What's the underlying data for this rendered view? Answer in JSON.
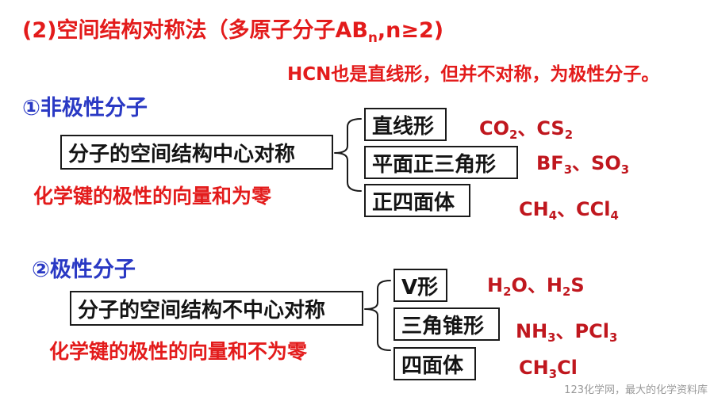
{
  "title": {
    "prefix": "(2)空间结构对称法（多原子分子AB",
    "sub": "n",
    "suffix": ",n≥2)"
  },
  "note": "HCN也是直线形，但并不对称，为极性分子。",
  "sections": [
    {
      "heading": "①非极性分子",
      "condition": "分子的空间结构中心对称",
      "rule": "化学键的极性的向量和为零",
      "shapes": [
        {
          "label": "直线形",
          "formula": [
            [
              "CO",
              "2"
            ],
            [
              "、CS",
              "2"
            ]
          ]
        },
        {
          "label": "平面正三角形",
          "formula": [
            [
              "BF",
              "3"
            ],
            [
              "、SO",
              "3"
            ]
          ]
        },
        {
          "label": "正四面体",
          "formula": [
            [
              "CH",
              "4"
            ],
            [
              "、CCl",
              "4"
            ]
          ]
        }
      ]
    },
    {
      "heading": "②极性分子",
      "condition": "分子的空间结构不中心对称",
      "rule": "化学键的极性的向量和不为零",
      "shapes": [
        {
          "label": "V形",
          "formula": [
            [
              "H",
              "2"
            ],
            [
              "O、H",
              "2"
            ],
            [
              "S",
              ""
            ]
          ]
        },
        {
          "label": "三角锥形",
          "formula": [
            [
              "NH",
              "3"
            ],
            [
              "、PCl",
              "3"
            ]
          ]
        },
        {
          "label": "四面体",
          "formula": [
            [
              "CH",
              "3"
            ],
            [
              "Cl",
              ""
            ]
          ]
        }
      ]
    }
  ],
  "watermark": "123化学网，最大的化学资料库",
  "colors": {
    "red": "#e31b1b",
    "blue": "#2a39c4",
    "formula": "#c0171e"
  }
}
